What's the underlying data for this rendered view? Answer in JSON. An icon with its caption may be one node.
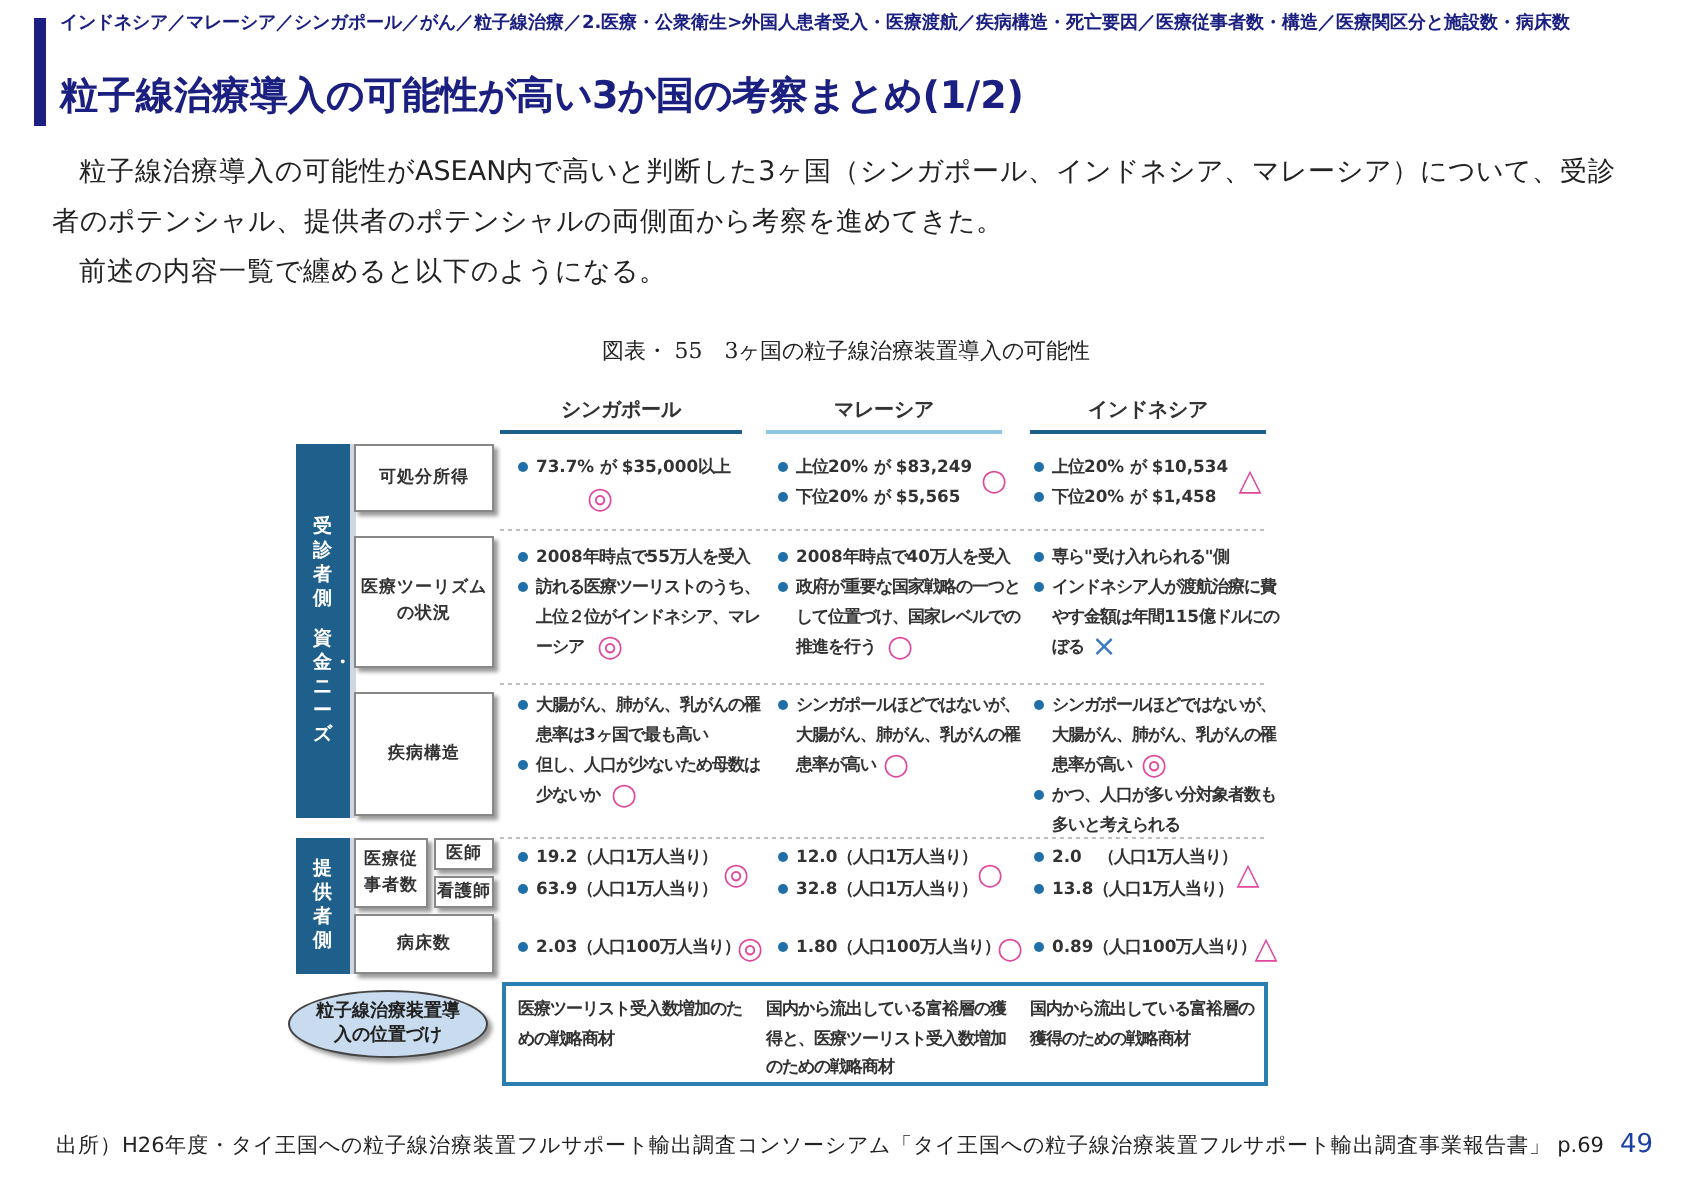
{
  "diagram": {
    "title": "粒子線治療導入の可能性が高い3か国の考察まとめ(1/2)",
    "caption": "図表・ 55　3ヶ国の粒子線治療装置導入の可能性",
    "nodes": [
      {
        "text": [
          "受診者側",
          "資金・ニーズ"
        ]
      },
      {
        "text": [
          "可処分所得"
        ]
      },
      {
        "text": [
          "医療ツーリズムの状況"
        ]
      },
      {
        "text": [
          "疾病構造"
        ]
      },
      {
        "text": [
          "提供者側"
        ]
      },
      {
        "text": [
          "医療従事者数"
        ]
      },
      {
        "text": [
          "医師"
        ]
      },
      {
        "text": [
          "看護師"
        ]
      },
      {
        "text": [
          "病床数"
        ]
      },
      {
        "text": [
          "粒子線治療装置導入の位置づけ"
        ]
      },
      {
        "text": [
          "医療ツーリスト受入数増加のための戦略商材",
          "国内から流出している富裕層の獲得と、医療ツーリスト受入数増加のための戦略商材",
          "国内から流出している富裕層の獲得のための戦略商材"
        ]
      }
    ],
    "labels": [
      "インドネシア／マレーシア／シンガポール／がん／粒子線治療／2.医療・公衆衛生>外国人患者受入・医療渡航／疾病構造・死亡要因／医療従事者数・構造／医療関区分と施設数・病床数",
      "粒子線治療導入の可能性がASEAN内で高いと判断した3ヶ国（シンガポール、インドネシア、マレーシア）について、受診者のポテンシャル、提供者のポテンシャルの両側面から考察を進めてきた。",
      "前述の内容一覧で纏めると以下のようになる。",
      "シンガポール",
      "マレーシア",
      "インドネシア",
      "73.7% が $35,000以上",
      "上位20% が $83,249",
      "下位20% が $5,565",
      "上位20% が $10,534",
      "下位20% が $1,458",
      "2008年時点で55万人を受入",
      "訪れる医療ツーリストのうち、上位２位がインドネシア、マレーシア",
      "2008年時点で40万人を受入",
      "政府が重要な国家戦略の一つとして位置づけ、国家レベルでの推進を行う",
      "専ら\"受け入れられる\"側",
      "インドネシア人が渡航治療に費やす金額は年間115億ドルにのぼる",
      "大腸がん、肺がん、乳がんの罹患率は3ヶ国で最も高い",
      "但し、人口が少ないため母数は少ないか",
      "シンガポールほどではないが、大腸がん、肺がん、乳がんの罹患率が高い",
      "シンガポールほどではないが、大腸がん、肺がん、乳がんの罹患率が高い",
      "かつ、人口が多い分対象者数も多いと考えられる",
      "19.2（人口1万人当り）",
      "63.9（人口1万人当り）",
      "12.0（人口1万人当り）",
      "32.8（人口1万人当り）",
      "2.0　（人口1万人当り）",
      "13.8（人口1万人当り）",
      "2.03（人口100万人当り）",
      "1.80（人口100万人当り）",
      "0.89（人口100万人当り）",
      "出所）H26年度・タイ王国への粒子線治療装置フルサポート輸出調査コンソーシアム「タイ王国への粒子線治療装置フルサポート輸出調査事業報告書」 p.69",
      "49",
      "◎",
      "○",
      "△",
      "◎",
      "○",
      "×",
      "○",
      "○",
      "◎",
      "◎",
      "○",
      "△",
      "◎",
      "○",
      "△"
    ]
  }
}
